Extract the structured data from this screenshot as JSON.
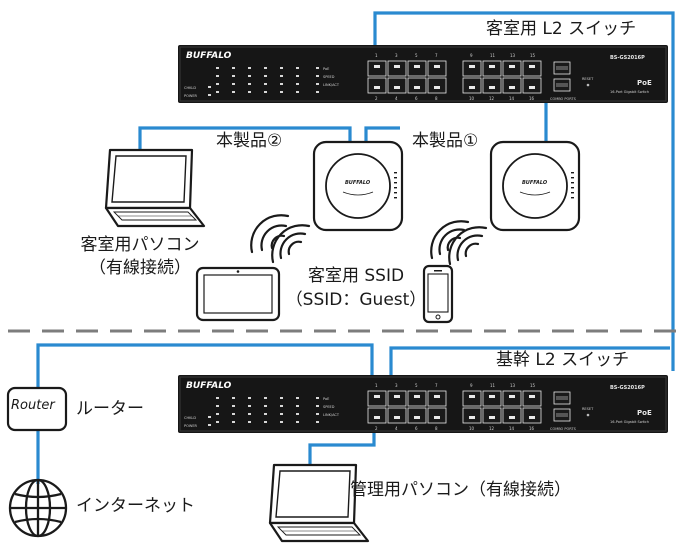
{
  "labels": {
    "guest_switch": "客室用 L2 スイッチ",
    "core_switch": "基幹 L2 スイッチ",
    "ap2": "本製品②",
    "ap1": "本製品①",
    "guest_pc": "客室用パソコン",
    "guest_pc_sub": "（有線接続）",
    "guest_ssid": "客室用 SSID",
    "guest_ssid_sub": "（SSID：Guest）",
    "router_text": "ルーター",
    "router_box": "Router",
    "internet": "インターネット",
    "admin_pc": "管理用パソコン（有線接続）"
  },
  "device": {
    "brand": "BUFFALO",
    "model": "BS-GS2016P",
    "poe": "PoE",
    "desc": "16-Port Gigabit Switch",
    "reset": "RESET",
    "led_labels": [
      "PoE",
      "SPEED",
      "LINK/ACT"
    ],
    "status_labels": [
      "CHKLD",
      "POWER"
    ],
    "combo": "COMBO PORTS",
    "port_nums_top": [
      "1",
      "3",
      "5",
      "7",
      "9",
      "11",
      "13",
      "15"
    ],
    "port_nums_bottom": [
      "2",
      "4",
      "6",
      "8",
      "10",
      "12",
      "14",
      "16"
    ]
  },
  "colors": {
    "cable": "#2a8ad0",
    "dashed_line": "#7d7d7d",
    "device_dark": "#1a1a1a",
    "text": "#1a1a1a"
  }
}
